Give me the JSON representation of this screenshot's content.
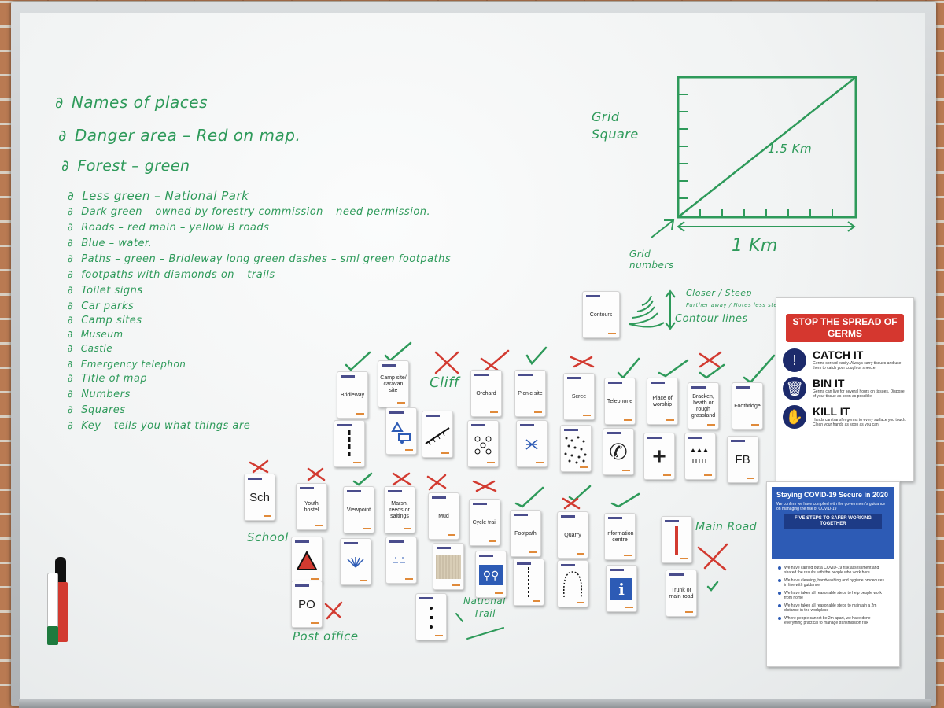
{
  "notes": [
    {
      "text": "Names of places"
    },
    {
      "text": "Danger area – Red on map."
    },
    {
      "text": "Forest – green"
    },
    {
      "text": "Less green – National Park"
    },
    {
      "text": "Dark green – owned by forestry commission – need permission."
    },
    {
      "text": "Roads – red main – yellow B roads"
    },
    {
      "text": "Blue – water."
    },
    {
      "text": "Paths – green – Bridleway long green dashes – sml green footpaths"
    },
    {
      "text": "footpaths with diamonds on – trails"
    },
    {
      "text": "Toilet signs"
    },
    {
      "text": "Car parks"
    },
    {
      "text": "Camp sites"
    },
    {
      "text": "Museum"
    },
    {
      "text": "Castle"
    },
    {
      "text": "Emergency telephon"
    },
    {
      "text": "Title of map"
    },
    {
      "text": "Numbers"
    },
    {
      "text": "Squares"
    },
    {
      "text": "Key – tells you what things are"
    }
  ],
  "grid": {
    "label": "Grid Square",
    "diagonal": "1.5 Km",
    "side": "1 Km",
    "numbers_label": "Grid numbers"
  },
  "contours": {
    "card": "Contours",
    "note1": "Closer / Steep",
    "note2": "Further away / Notes less steep",
    "note3": "Contour lines"
  },
  "annotations": {
    "cliff": "Cliff",
    "school": "School",
    "post_office": "Post office",
    "main_road": "Main Road",
    "national_trail": "National Trail"
  },
  "cards": {
    "bridleway": "Bridleway",
    "camp": "Camp site/ caravan site",
    "orchard": "Orchard",
    "picnic": "Picnic site",
    "scree": "Scree",
    "telephone": "Telephone",
    "worship": "Place of worship",
    "bracken": "Bracken, heath or rough grassland",
    "footbridge": "Footbridge",
    "fb": "FB",
    "sch": "Sch",
    "po": "PO",
    "youth_hostel": "Youth hostel",
    "viewpoint": "Viewpoint",
    "marsh": "Marsh, reeds or saltings",
    "mud": "Mud",
    "cycle": "Cycle trail",
    "footpath": "Footpath",
    "quarry": "Quarry",
    "info": "Information centre",
    "trunk": "Trunk or main road"
  },
  "poster_germs": {
    "title": "STOP THE SPREAD OF GERMS",
    "catch": "CATCH IT",
    "catch_text": "Germs spread easily. Always carry tissues and use them to catch your cough or sneeze.",
    "bin": "BIN IT",
    "bin_text": "Germs can live for several hours on tissues. Dispose of your tissue as soon as possible.",
    "kill": "KILL IT",
    "kill_text": "Hands can transfer germs to every surface you touch. Clean your hands as soon as you can."
  },
  "poster_covid": {
    "title": "Staying COVID-19 Secure in 2020",
    "intro": "We confirm we have complied with the government's guidance on managing the risk of COVID-19",
    "steps": "FIVE STEPS TO SAFER WORKING TOGETHER",
    "items": [
      "We have carried out a COVID-19 risk assessment and shared the results with the people who work here",
      "We have cleaning, handwashing and hygiene procedures in line with guidance",
      "We have taken all reasonable steps to help people work from home",
      "We have taken all reasonable steps to maintain a 2m distance in the workplace",
      "Where people cannot be 2m apart, we have done everything practical to manage transmission risk"
    ]
  },
  "colors": {
    "marker_green": "#2e9a5a",
    "marker_red": "#d23a30",
    "poster_red": "#d5372f",
    "poster_navy": "#1c2a6b",
    "poster_blue": "#2d5bb5"
  }
}
